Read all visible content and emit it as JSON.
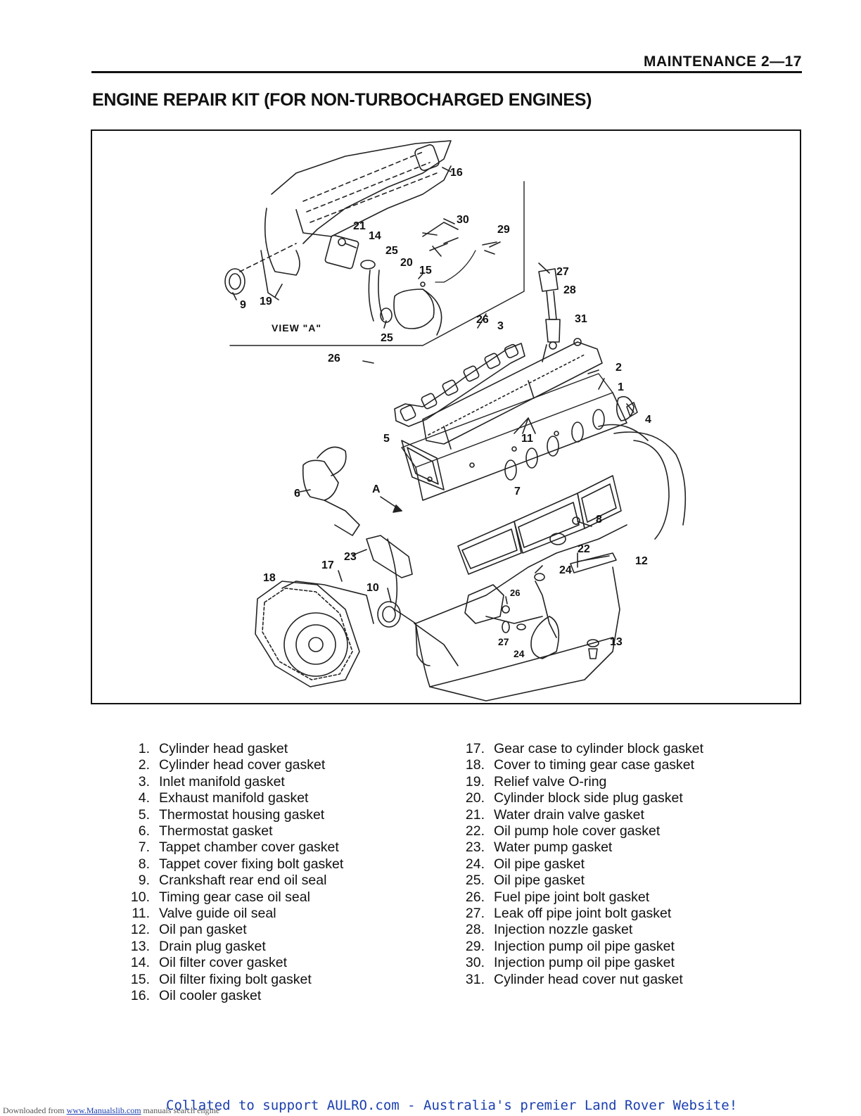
{
  "header": {
    "section": "MAINTENANCE 2—17",
    "title": "ENGINE REPAIR KIT (FOR NON-TURBOCHARGED ENGINES)"
  },
  "figure": {
    "view_label": "VIEW \"A\"",
    "arrow_label": "A",
    "callouts": [
      "16",
      "30",
      "29",
      "21",
      "14",
      "25",
      "20",
      "15",
      "27",
      "28",
      "9",
      "19",
      "31",
      "26",
      "3",
      "25",
      "26",
      "2",
      "1",
      "4",
      "5",
      "11",
      "6",
      "7",
      "8",
      "22",
      "23",
      "17",
      "12",
      "24",
      "18",
      "10",
      "26",
      "27",
      "13",
      "24"
    ]
  },
  "parts": {
    "left": [
      {
        "num": "1.",
        "name": "Cylinder head gasket"
      },
      {
        "num": "2.",
        "name": "Cylinder head cover gasket"
      },
      {
        "num": "3.",
        "name": "Inlet manifold gasket"
      },
      {
        "num": "4.",
        "name": "Exhaust manifold gasket"
      },
      {
        "num": "5.",
        "name": "Thermostat housing gasket"
      },
      {
        "num": "6.",
        "name": "Thermostat gasket"
      },
      {
        "num": "7.",
        "name": "Tappet chamber cover gasket"
      },
      {
        "num": "8.",
        "name": "Tappet cover fixing bolt gasket"
      },
      {
        "num": "9.",
        "name": "Crankshaft rear end oil seal"
      },
      {
        "num": "10.",
        "name": "Timing gear case oil seal"
      },
      {
        "num": "11.",
        "name": "Valve guide oil seal"
      },
      {
        "num": "12.",
        "name": "Oil pan gasket"
      },
      {
        "num": "13.",
        "name": "Drain plug gasket"
      },
      {
        "num": "14.",
        "name": "Oil filter cover gasket"
      },
      {
        "num": "15.",
        "name": "Oil filter fixing bolt gasket"
      },
      {
        "num": "16.",
        "name": "Oil cooler gasket"
      }
    ],
    "right": [
      {
        "num": "17.",
        "name": "Gear case to cylinder block gasket"
      },
      {
        "num": "18.",
        "name": "Cover to timing gear case gasket"
      },
      {
        "num": "19.",
        "name": "Relief valve O-ring"
      },
      {
        "num": "20.",
        "name": "Cylinder block side plug gasket"
      },
      {
        "num": "21.",
        "name": "Water drain valve gasket"
      },
      {
        "num": "22.",
        "name": "Oil pump hole cover gasket"
      },
      {
        "num": "23.",
        "name": "Water pump gasket"
      },
      {
        "num": "24.",
        "name": "Oil pipe gasket"
      },
      {
        "num": "25.",
        "name": "Oil pipe gasket"
      },
      {
        "num": "26.",
        "name": "Fuel pipe joint bolt gasket"
      },
      {
        "num": "27.",
        "name": "Leak off pipe joint bolt gasket"
      },
      {
        "num": "28.",
        "name": "Injection nozzle gasket"
      },
      {
        "num": "29.",
        "name": "Injection pump oil pipe gasket"
      },
      {
        "num": "30.",
        "name": "Injection pump oil pipe gasket"
      },
      {
        "num": "31.",
        "name": "Cylinder head cover nut gasket"
      }
    ]
  },
  "footer": {
    "downloaded_prefix": "Downloaded from",
    "site_link": "www.Manualslib.com",
    "site_suffix": "manuals search engine",
    "collated_note": "Collated to support AULRO.com - Australia's premier Land Rover Website!"
  }
}
